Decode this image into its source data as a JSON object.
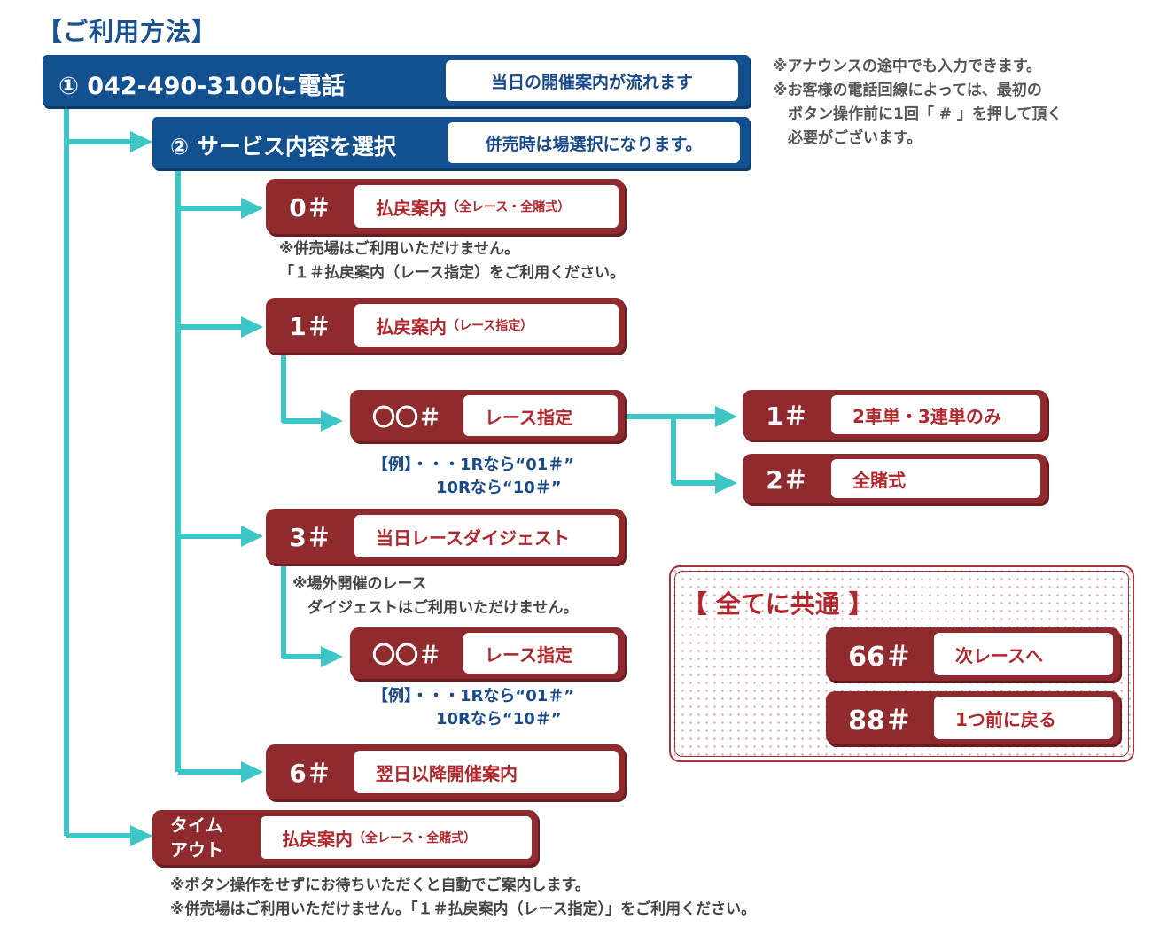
{
  "title": "【ご利用方法】",
  "step1": {
    "main": "① 042-490-3100に電話",
    "info": "当日の開催案内が流れます"
  },
  "step2": {
    "main": "② サービス内容を選択",
    "info": "併売時は場選択になります。"
  },
  "right_note": [
    "※アナウンスの途中でも入力できます。",
    "※お客様の電話回線によっては、最初の",
    "　ボタン操作前に1回「 # 」を押して頂く",
    "　必要がございます。"
  ],
  "opt0": {
    "key": "0＃",
    "label": "払戻案内",
    "sub": "（全レース・全賭式）"
  },
  "opt0_note": [
    "※併売場はご利用いただけません。",
    "「１＃払戻案内（レース指定）をご利用ください。"
  ],
  "opt1": {
    "key": "1＃",
    "label": "払戻案内",
    "sub": "（レース指定）"
  },
  "race1": {
    "key": "〇〇＃",
    "label": "レース指定"
  },
  "example1": [
    "【例】・・・1Rなら“01＃”",
    "10Rなら“10＃”"
  ],
  "sub1": {
    "key": "1＃",
    "label": "2車単・3連単のみ"
  },
  "sub2": {
    "key": "2＃",
    "label": "全賭式"
  },
  "opt3": {
    "key": "3＃",
    "label": "当日レースダイジェスト"
  },
  "opt3_note": [
    "※場外開催のレース",
    "　ダイジェストはご利用いただけません。"
  ],
  "race3": {
    "key": "〇〇＃",
    "label": "レース指定"
  },
  "example3": [
    "【例】・・・1Rなら“01＃”",
    "10Rなら“10＃”"
  ],
  "opt6": {
    "key": "6＃",
    "label": "翌日以降開催案内"
  },
  "timeout": {
    "key_line1": "タイム",
    "key_line2": "アウト",
    "label": "払戻案内",
    "sub": "（全レース・全賭式）"
  },
  "bottom_note": [
    "※ボタン操作をせずにお待ちいただくと自動でご案内します。",
    "※併売場はご利用いただけません。「１＃払戻案内（レース指定）」をご利用ください。"
  ],
  "common": {
    "title": "【 全てに共通 】",
    "items": [
      {
        "key": "66＃",
        "label": "次レースへ"
      },
      {
        "key": "88＃",
        "label": "1つ前に戻る"
      }
    ]
  },
  "colors": {
    "blue": "#12508f",
    "red": "#8f2a2e",
    "arrow": "#3cc6c6"
  }
}
